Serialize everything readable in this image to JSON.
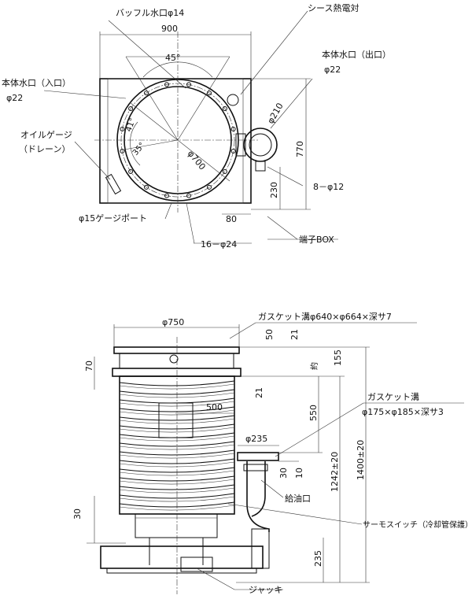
{
  "top_view": {
    "labels": {
      "baffle_water_port": "バッフル水口φ14",
      "sheath_thermocouple": "シース熱電対",
      "width_900": "900",
      "angle_45": "45°",
      "outlet_label": "本体水口（出口）",
      "outlet_dia": "φ22",
      "inlet_label": "本体水口（入口）",
      "inlet_dia": "φ22",
      "phi_210": "φ210",
      "oil_gauge": "オイルゲージ",
      "drain": "（ドレーン）",
      "angle_41": "41°",
      "angle_35": "35°",
      "phi_700": "φ700",
      "dim_770": "770",
      "dim_230": "230",
      "holes_8": "8－φ12",
      "gauge_port": "φ15ゲージポート",
      "dim_80": "80",
      "holes_16": "16－φ24",
      "terminal_box": "端子BOX"
    }
  },
  "side_view": {
    "labels": {
      "phi_750": "φ750",
      "gasket_groove_top": "ガスケット溝φ640×φ664×深サ7",
      "dim_50": "50",
      "dim_21a": "21",
      "dim_155": "155",
      "approx": "約",
      "dim_70": "70",
      "dim_21b": "21",
      "dim_500": "500",
      "dim_550": "550",
      "gasket_groove_side": "ガスケット溝",
      "gasket_groove_side_dims": "φ175×φ185×深サ3",
      "phi_235": "φ235",
      "dim_1400": "1400±20",
      "dim_1242": "1242±20",
      "dim_30a": "30",
      "dim_10": "10",
      "oil_inlet": "給油口",
      "dim_30b": "30",
      "thermoswitch": "サーモスイッチ（冷却管保護）",
      "dim_235": "235",
      "jack": "ジャッキ"
    }
  }
}
